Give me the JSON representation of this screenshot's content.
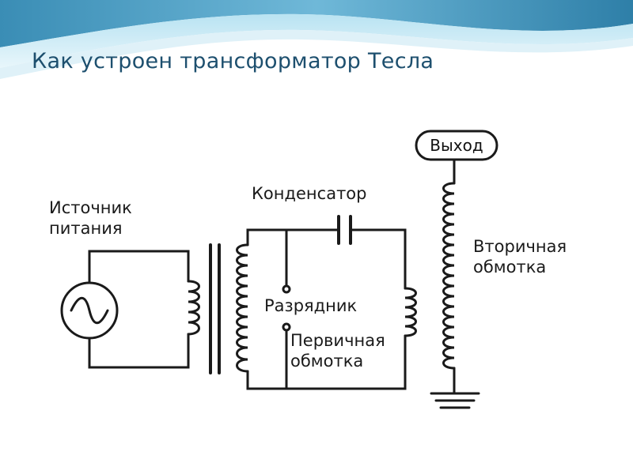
{
  "slide": {
    "title": "Как устроен трансформатор Тесла"
  },
  "diagram": {
    "power_source": [
      "Источник",
      "питания"
    ],
    "capacitor": "Конденсатор",
    "spark_gap": "Разрядник",
    "primary_winding": [
      "Первичная",
      "обмотка"
    ],
    "secondary_winding": [
      "Вторичная",
      "обмотка"
    ],
    "output": "Выход"
  },
  "colors": {
    "title": "#1d4f6e",
    "wave_dark": "#2f7fa6",
    "wave_light": "#9fd2e8",
    "wire": "#1a1a1a"
  }
}
